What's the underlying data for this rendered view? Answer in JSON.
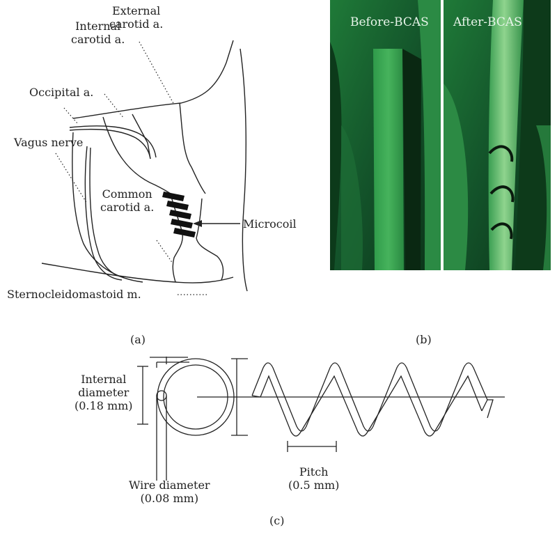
{
  "panel_a": {
    "label": "(a)",
    "external_carotid": [
      "External",
      "carotid a."
    ],
    "internal_carotid": [
      "Internal",
      "carotid a."
    ],
    "occipital": "Occipital a.",
    "vagus": "Vagus nerve",
    "common_carotid": [
      "Common",
      "carotid a."
    ],
    "microcoil": "Microcoil",
    "sternocleidomastoid": "Sternocleidomastoid m."
  },
  "panel_b": {
    "label": "(b)",
    "before": "Before-BCAS",
    "after": "After-BCAS"
  },
  "panel_c": {
    "label": "(c)",
    "internal_diameter": [
      "Internal",
      "diameter",
      "(0.18 mm)"
    ],
    "wire_diameter": [
      "Wire diameter",
      "(0.08 mm)"
    ],
    "pitch": [
      "Pitch",
      "(0.5 mm)"
    ]
  }
}
